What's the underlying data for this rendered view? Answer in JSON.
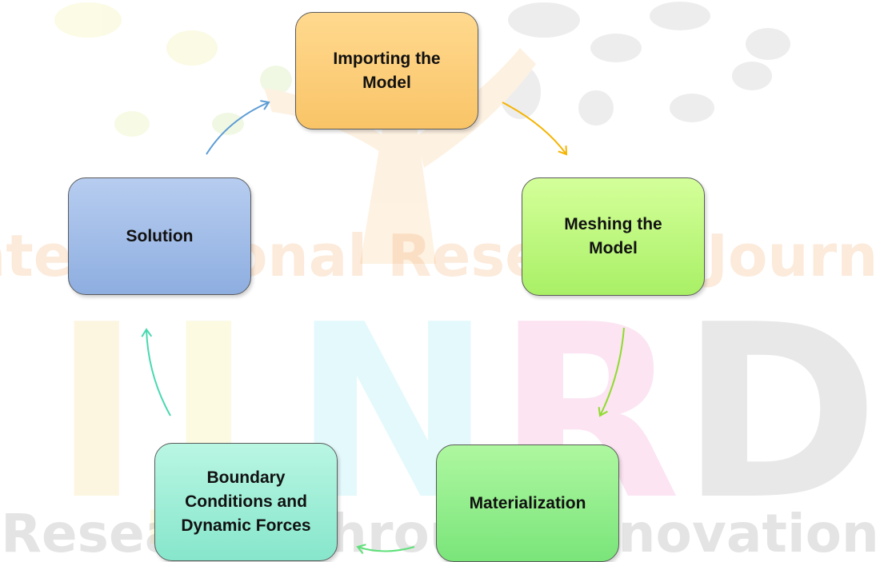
{
  "diagram": {
    "nodes": [
      {
        "label": "Importing the\nModel"
      },
      {
        "label": "Meshing the\nModel"
      },
      {
        "label": "Materialization"
      },
      {
        "label": "Boundary\nConditions and\nDynamic Forces"
      },
      {
        "label": "Solution"
      }
    ],
    "colors": {
      "import": "#f9c467",
      "mesh": "#a9f066",
      "material": "#7ae57a",
      "boundary": "#86e6cb",
      "solution": "#8eaee0",
      "arrow_import_mesh": "#f5b400",
      "arrow_mesh_material": "#8edc2c",
      "arrow_material_boundary": "#5fe07a",
      "arrow_boundary_solution": "#48d8b0",
      "arrow_solution_import": "#5b9bd5"
    }
  },
  "watermark": {
    "line1": "International Research Journal",
    "letters": [
      "I",
      "J",
      "N",
      "R",
      "D"
    ],
    "line3": "Research Through Innovation"
  }
}
